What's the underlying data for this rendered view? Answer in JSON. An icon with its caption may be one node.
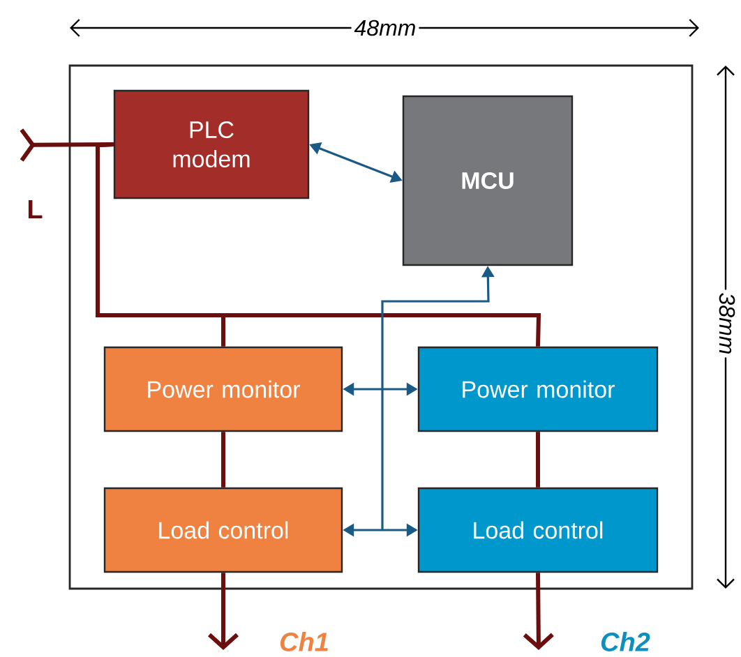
{
  "diagram": {
    "nodes": [
      {
        "text": [],
        "shape": "box"
      },
      {
        "text": [
          "PLC modem"
        ],
        "in": 0
      },
      {
        "text": [
          "MCU"
        ],
        "in": 0
      },
      {
        "text": [
          "Power monitor"
        ],
        "in": 0
      },
      {
        "text": [
          "Power monitor"
        ],
        "in": 0
      },
      {
        "text": [
          "Load control"
        ],
        "in": 0
      },
      {
        "text": [
          "Load control"
        ],
        "in": 0
      }
    ],
    "edges": [
      {
        "from": null,
        "to": 1,
        "arrow": "other",
        "label": "L"
      },
      {
        "from": 1,
        "to": 2,
        "arrow": "both",
        "color": "#1a5a85"
      },
      {
        "from": 1,
        "to": 3,
        "arrow": "none"
      },
      {
        "from": 1,
        "to": 4,
        "arrow": "none"
      },
      {
        "from": 3,
        "to": 2,
        "arrow": "both",
        "color": "#1a5a85"
      },
      {
        "from": 4,
        "to": 2,
        "arrow": "both",
        "color": "#1a5a85"
      },
      {
        "from": 5,
        "to": 2,
        "arrow": "both",
        "color": "#1a5a85"
      },
      {
        "from": 6,
        "to": 2,
        "arrow": "both",
        "color": "#1a5a85"
      },
      {
        "from": 3,
        "to": 5,
        "arrow": "none"
      },
      {
        "from": 4,
        "to": 6,
        "arrow": "none"
      },
      {
        "from": 5,
        "to": null,
        "arrow": "to",
        "label": "Ch1"
      },
      {
        "from": 6,
        "to": null,
        "arrow": "to",
        "label": "Ch2"
      }
    ],
    "labels": [
      "48mm",
      "38mm"
    ]
  }
}
